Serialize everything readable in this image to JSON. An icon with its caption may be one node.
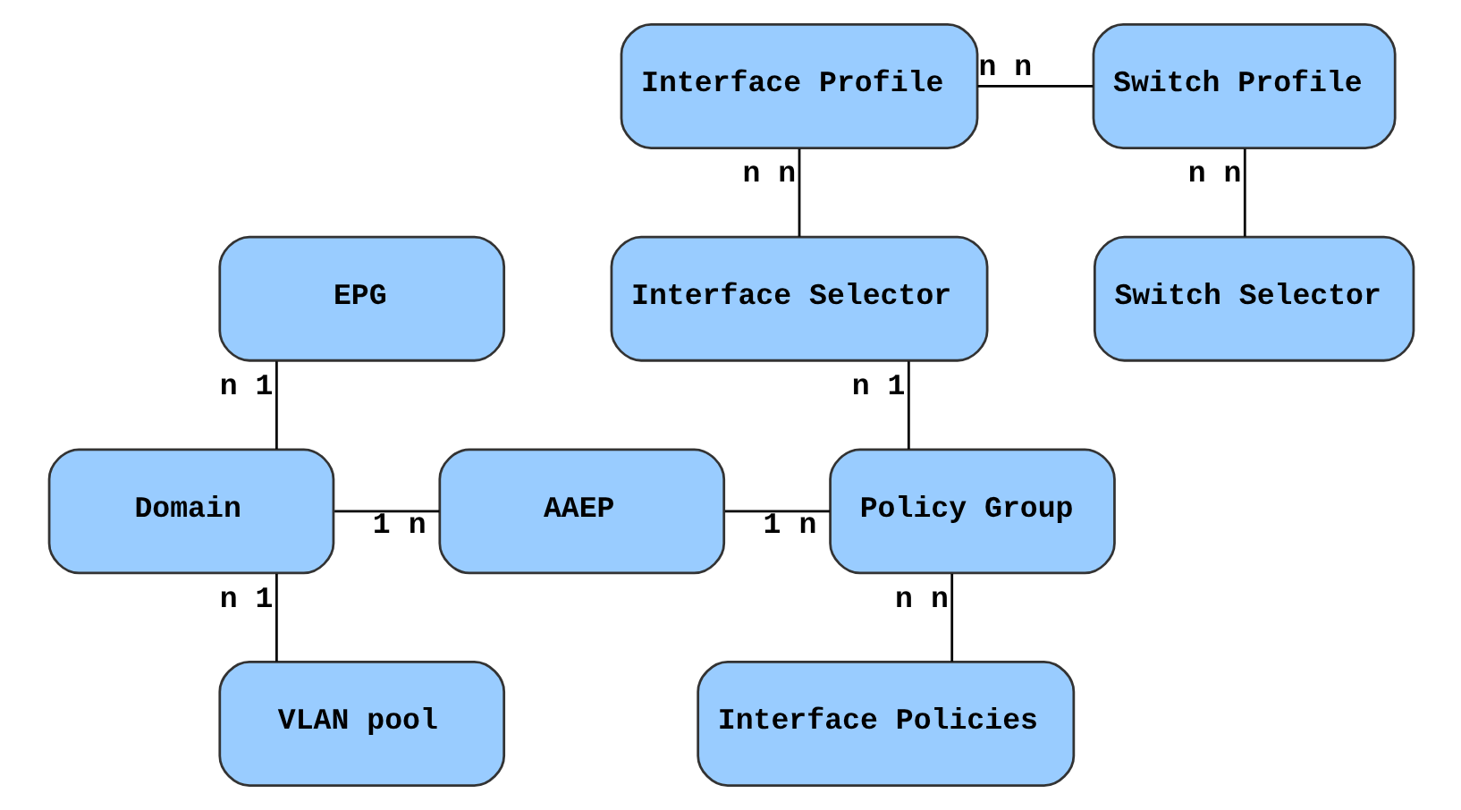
{
  "diagram": {
    "nodes": [
      {
        "text": [
          "Interface Profile"
        ]
      },
      {
        "text": [
          "Switch Profile"
        ]
      },
      {
        "text": [
          "EPG"
        ]
      },
      {
        "text": [
          "Interface Selector"
        ]
      },
      {
        "text": [
          "Switch Selector"
        ]
      },
      {
        "text": [
          "Domain"
        ]
      },
      {
        "text": [
          "AAEP"
        ]
      },
      {
        "text": [
          "Policy Group"
        ]
      },
      {
        "text": [
          "VLAN pool"
        ]
      },
      {
        "text": [
          "Interface Policies"
        ]
      }
    ],
    "edges": [
      {
        "from": 0,
        "to": 1,
        "arrow": "none",
        "label": "n n"
      },
      {
        "from": 0,
        "to": 3,
        "arrow": "none",
        "label": "n n"
      },
      {
        "from": 1,
        "to": 4,
        "arrow": "none",
        "label": "n n"
      },
      {
        "from": 2,
        "to": 5,
        "arrow": "none",
        "label": "n 1"
      },
      {
        "from": 3,
        "to": 7,
        "arrow": "none",
        "label": "n 1"
      },
      {
        "from": 5,
        "to": 6,
        "arrow": "none",
        "label": "1 n"
      },
      {
        "from": 6,
        "to": 7,
        "arrow": "none",
        "label": "1 n"
      },
      {
        "from": 5,
        "to": 8,
        "arrow": "none",
        "label": "n 1"
      },
      {
        "from": 7,
        "to": 9,
        "arrow": "none",
        "label": "n n"
      }
    ]
  }
}
